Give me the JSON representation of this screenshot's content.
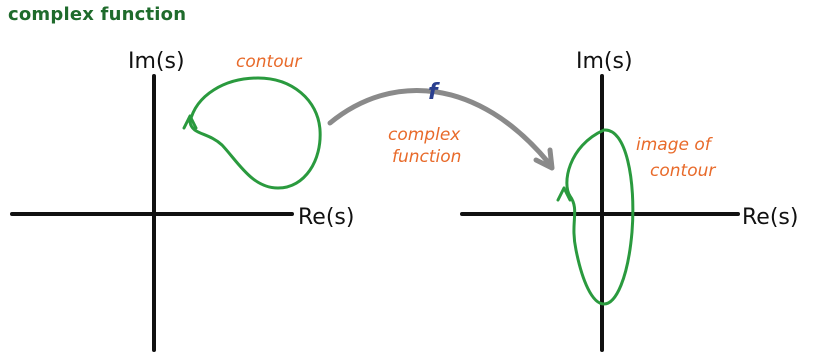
{
  "heading": "complex function",
  "left_plot": {
    "y_axis_label": "Im(s)",
    "x_axis_label": "Re(s)",
    "curve_label": "contour"
  },
  "right_plot": {
    "y_axis_label": "Im(s)",
    "x_axis_label": "Re(s)",
    "curve_label_line1": "image of",
    "curve_label_line2": "contour"
  },
  "mapping": {
    "symbol": "f",
    "caption_line1": "complex",
    "caption_line2": "function"
  },
  "colors": {
    "heading": "#1f6b2c",
    "curve": "#2a9a3e",
    "annotation": "#e86a2a",
    "function_symbol": "#2a3f8f",
    "mapping_arrow": "#8a8a8a",
    "axes": "#111111"
  }
}
